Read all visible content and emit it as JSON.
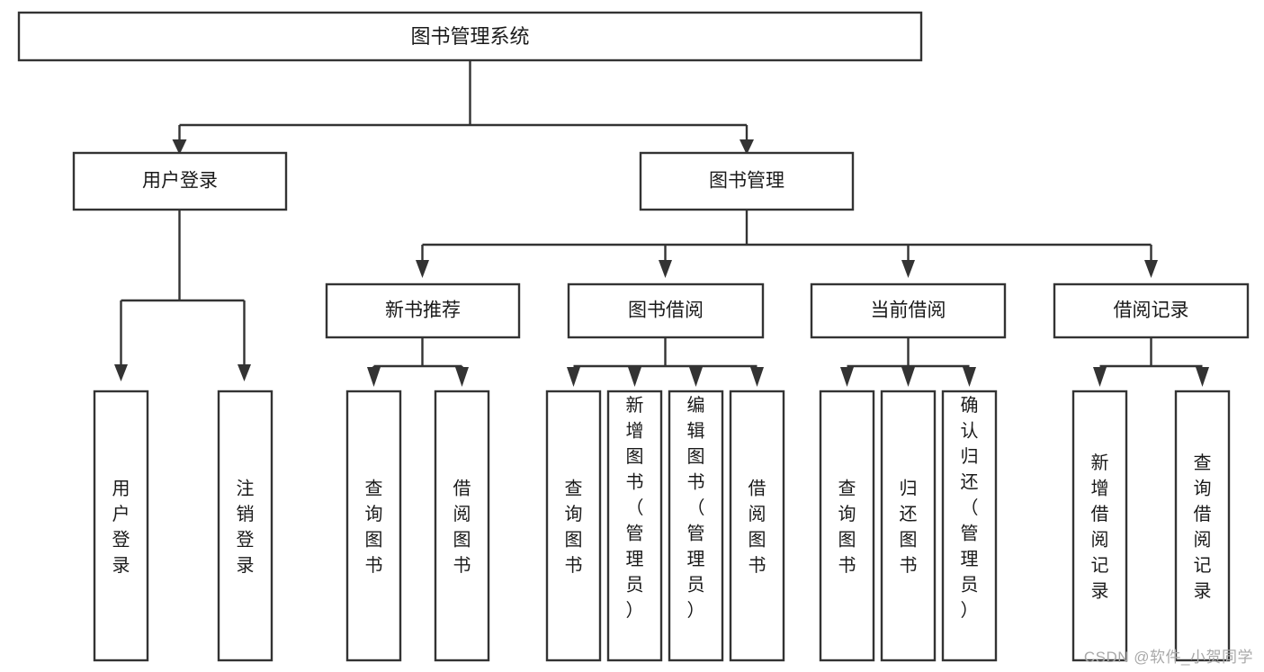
{
  "diagram": {
    "type": "tree",
    "title": "图书管理系统",
    "background_color": "#ffffff",
    "box_stroke_color": "#333333",
    "box_fill_color": "#ffffff",
    "text_color": "#1a1a1a",
    "watermark_color": "#a9a9a9",
    "root": {
      "label": "图书管理系统",
      "orientation": "horizontal"
    },
    "level2": [
      {
        "label": "用户登录",
        "orientation": "horizontal"
      },
      {
        "label": "图书管理",
        "orientation": "horizontal"
      }
    ],
    "level3": [
      {
        "label": "新书推荐",
        "orientation": "horizontal"
      },
      {
        "label": "图书借阅",
        "orientation": "horizontal"
      },
      {
        "label": "当前借阅",
        "orientation": "horizontal"
      },
      {
        "label": "借阅记录",
        "orientation": "horizontal"
      }
    ],
    "leaves": {
      "user_login": [
        {
          "label": "用户登录",
          "orientation": "vertical"
        },
        {
          "label": "注销登录",
          "orientation": "vertical"
        }
      ],
      "new_book_recommend": [
        {
          "label": "查询图书",
          "orientation": "vertical"
        },
        {
          "label": "借阅图书",
          "orientation": "vertical"
        }
      ],
      "book_borrow": [
        {
          "label": "查询图书",
          "orientation": "vertical"
        },
        {
          "label": "新增图书（管理员）",
          "orientation": "vertical"
        },
        {
          "label": "编辑图书（管理员）",
          "orientation": "vertical"
        },
        {
          "label": "借阅图书",
          "orientation": "vertical"
        }
      ],
      "current_borrow": [
        {
          "label": "查询图书",
          "orientation": "vertical"
        },
        {
          "label": "归还图书",
          "orientation": "vertical"
        },
        {
          "label": "确认归还（管理员）",
          "orientation": "vertical"
        }
      ],
      "borrow_record": [
        {
          "label": "新增借阅记录",
          "orientation": "vertical"
        },
        {
          "label": "查询借阅记录",
          "orientation": "vertical"
        }
      ]
    },
    "watermark": "CSDN @软件_小贺同学"
  }
}
